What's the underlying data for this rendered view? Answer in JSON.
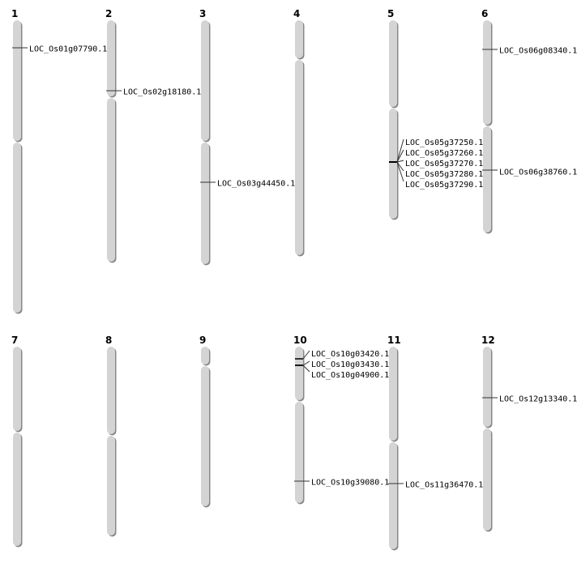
{
  "chromosomes": [
    {
      "name": "1",
      "genes": [
        "LOC_Os01g07790.1"
      ]
    },
    {
      "name": "2",
      "genes": [
        "LOC_Os02g18180.1"
      ]
    },
    {
      "name": "3",
      "genes": [
        "LOC_Os03g44450.1"
      ]
    },
    {
      "name": "4",
      "genes": []
    },
    {
      "name": "5",
      "genes": [
        "LOC_Os05g37250.1",
        "LOC_Os05g37260.1",
        "LOC_Os05g37270.1",
        "LOC_Os05g37280.1",
        "LOC_Os05g37290.1"
      ]
    },
    {
      "name": "6",
      "genes": [
        "LOC_Os06g08340.1",
        "LOC_Os06g38760.1"
      ]
    },
    {
      "name": "7",
      "genes": []
    },
    {
      "name": "8",
      "genes": []
    },
    {
      "name": "9",
      "genes": []
    },
    {
      "name": "10",
      "genes": [
        "LOC_Os10g03420.1",
        "LOC_Os10g03430.1",
        "LOC_Os10g04900.1",
        "LOC_Os10g39080.1"
      ]
    },
    {
      "name": "11",
      "genes": [
        "LOC_Os11g36470.1"
      ]
    },
    {
      "name": "12",
      "genes": [
        "LOC_Os12g13340.1"
      ]
    }
  ],
  "colors": {
    "chromosome": "#d4d4d4",
    "shadow": "#888888",
    "marker": "#333333"
  }
}
